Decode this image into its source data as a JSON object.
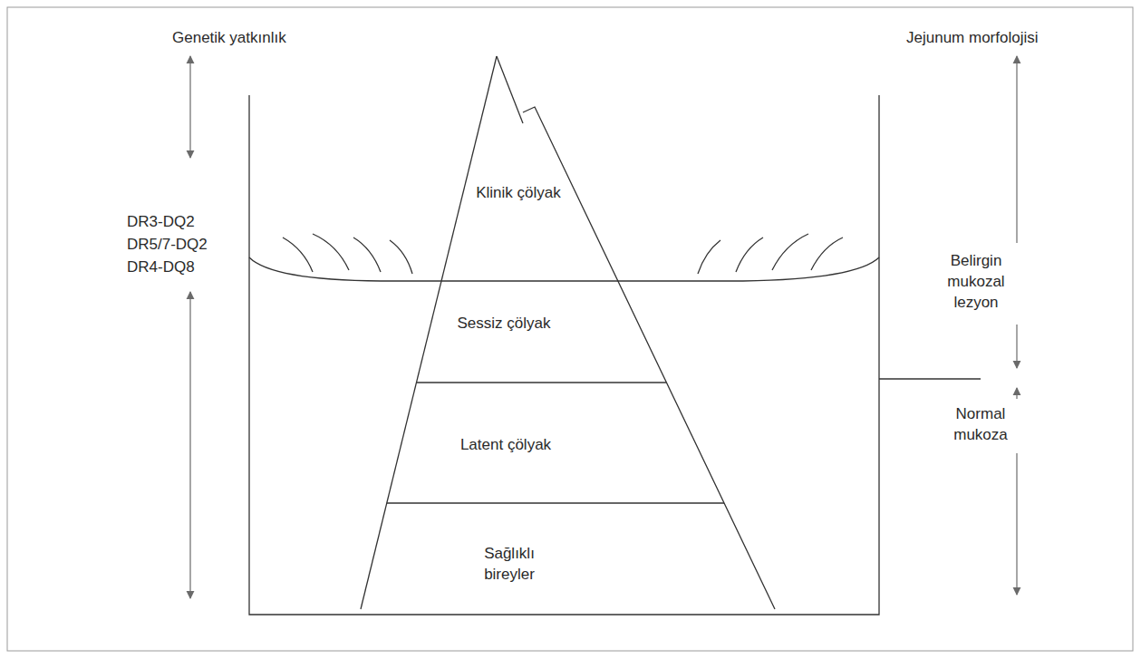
{
  "diagram": {
    "nodes": [
      {
        "text": [
          "Klinik çölyak"
        ]
      },
      {
        "text": [
          "Sessiz çölyak"
        ]
      },
      {
        "text": [
          "Latent çölyak"
        ]
      },
      {
        "text": [
          "Sağlıklı bireyler"
        ]
      }
    ],
    "labels": [
      "Genetik yatkınlık",
      "Jejunum morfolojisi",
      "DR3-DQ2",
      "DR5/7-DQ2",
      "DR4-DQ8",
      "Belirgin mukozal lezyon",
      "Normal mukoza"
    ]
  }
}
